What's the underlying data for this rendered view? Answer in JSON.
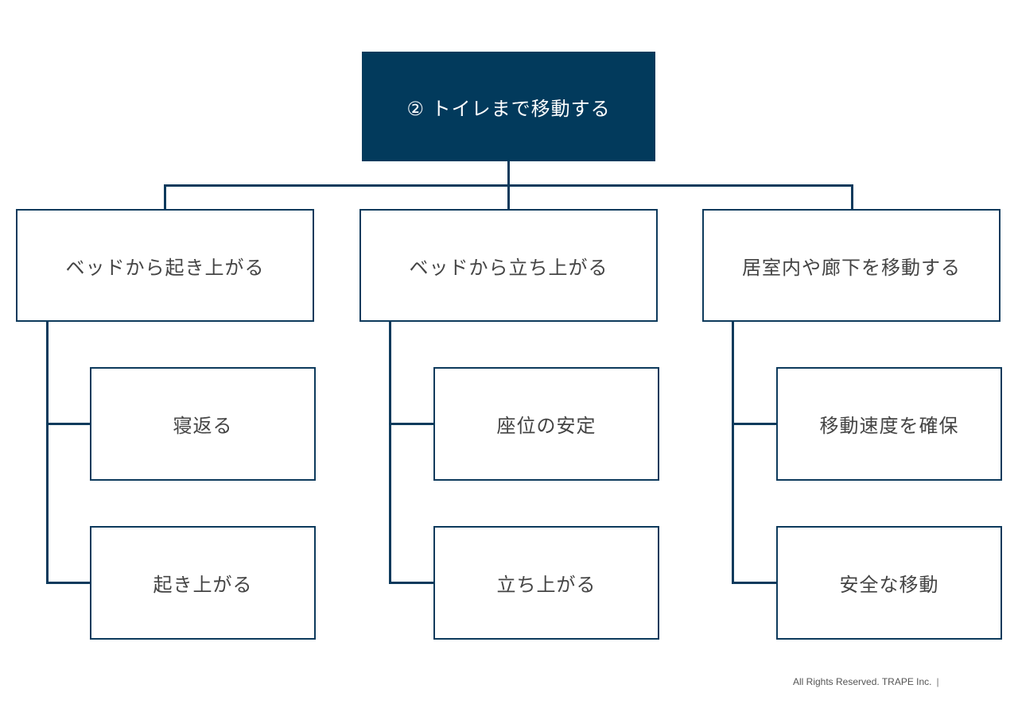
{
  "root": {
    "label": "② トイレまで移動する"
  },
  "branches": [
    {
      "label": "ベッドから起き上がる",
      "children": [
        "寝返る",
        "起き上がる"
      ]
    },
    {
      "label": "ベッドから立ち上がる",
      "children": [
        "座位の安定",
        "立ち上がる"
      ]
    },
    {
      "label": "居室内や廊下を移動する",
      "children": [
        "移動速度を確保",
        "安全な移動"
      ]
    }
  ],
  "footer": {
    "text": "All Rights Reserved. TRAPE Inc.",
    "separator": "|"
  },
  "colors": {
    "navy": "#023a5c",
    "line": "#0d3a5c",
    "text": "#444444"
  }
}
